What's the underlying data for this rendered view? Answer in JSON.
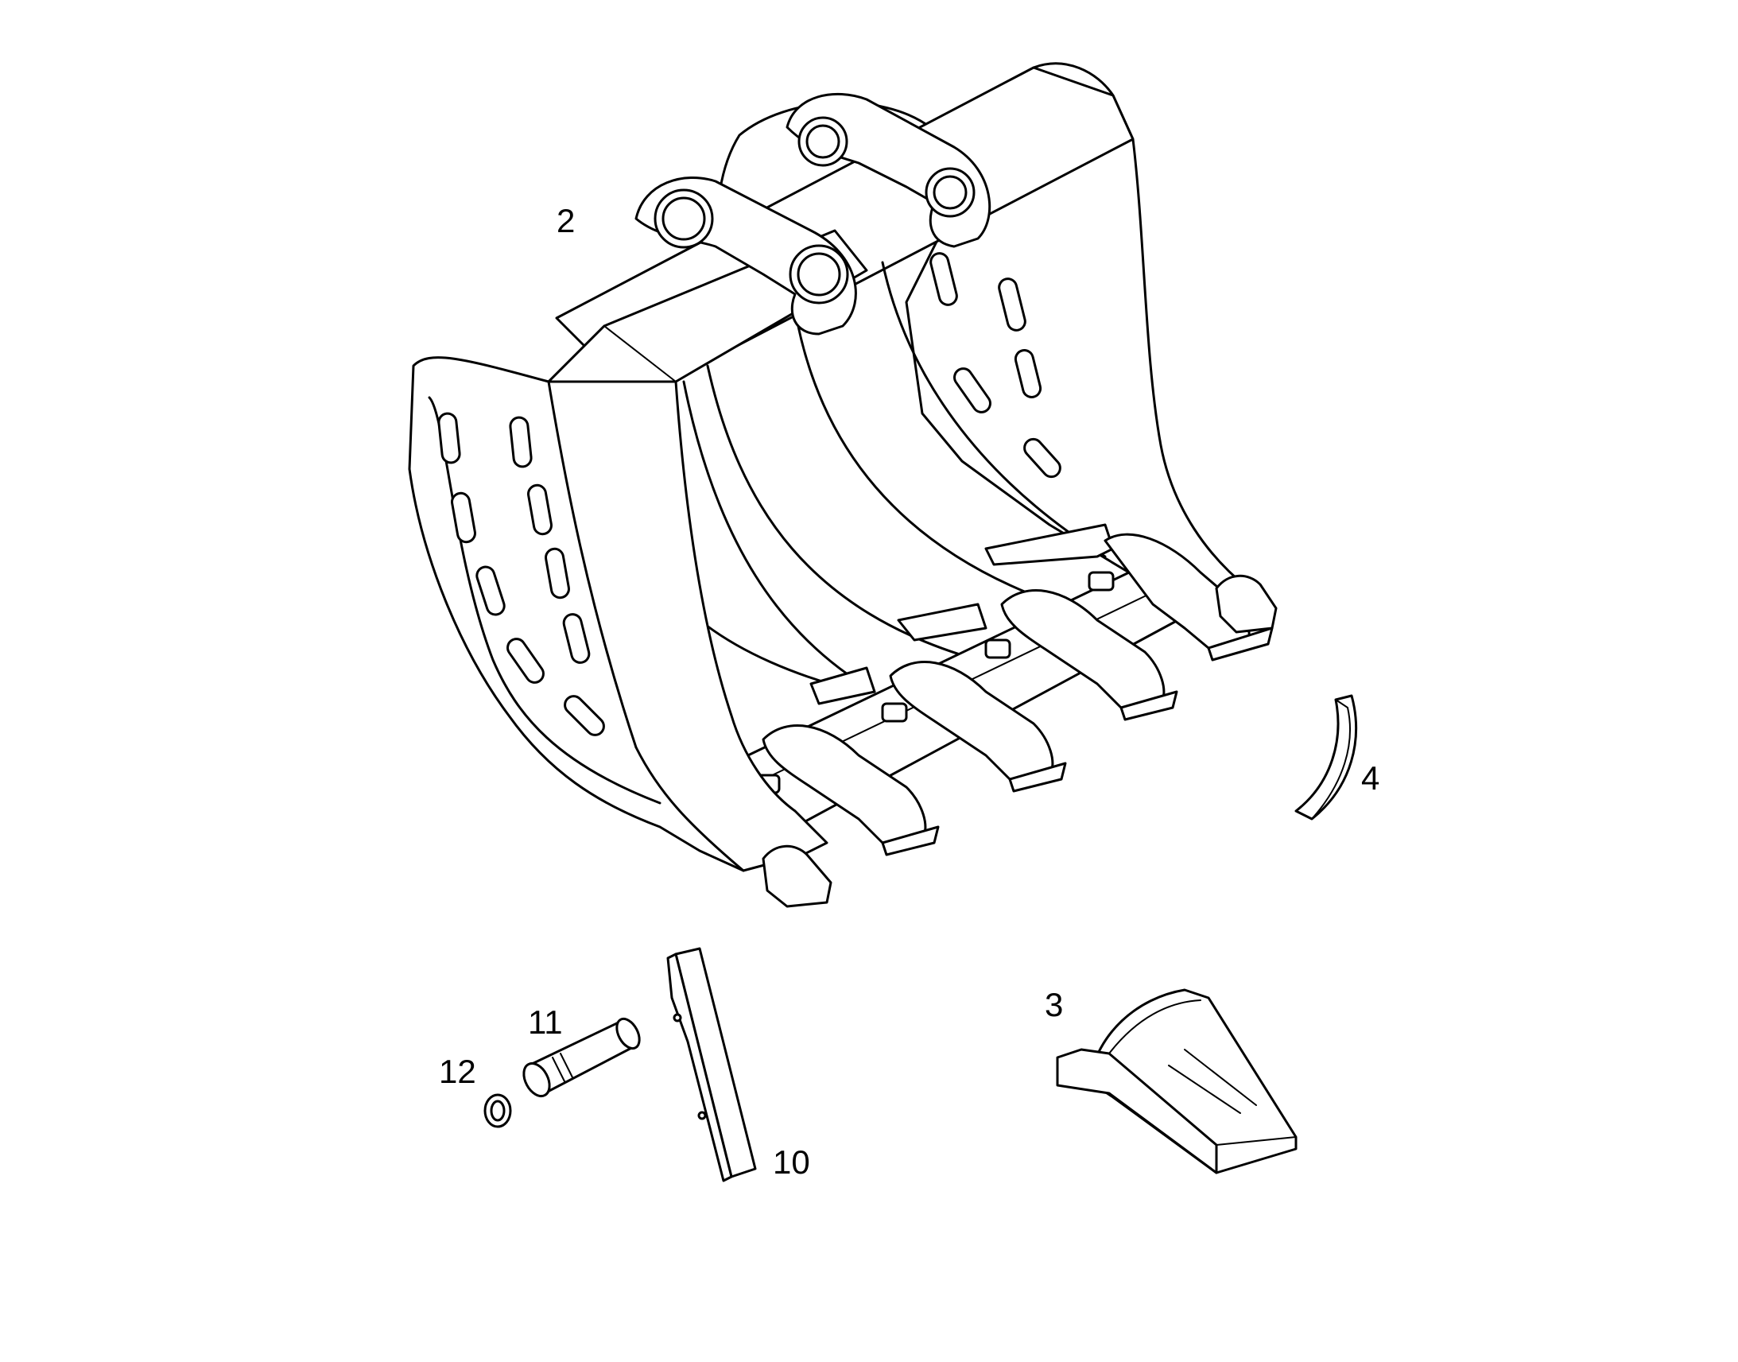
{
  "diagram": {
    "callouts": {
      "bucket": "2",
      "side_cutter": "4",
      "tooth": "3",
      "pin": "11",
      "retainer": "12",
      "wear_strip": "10"
    }
  }
}
